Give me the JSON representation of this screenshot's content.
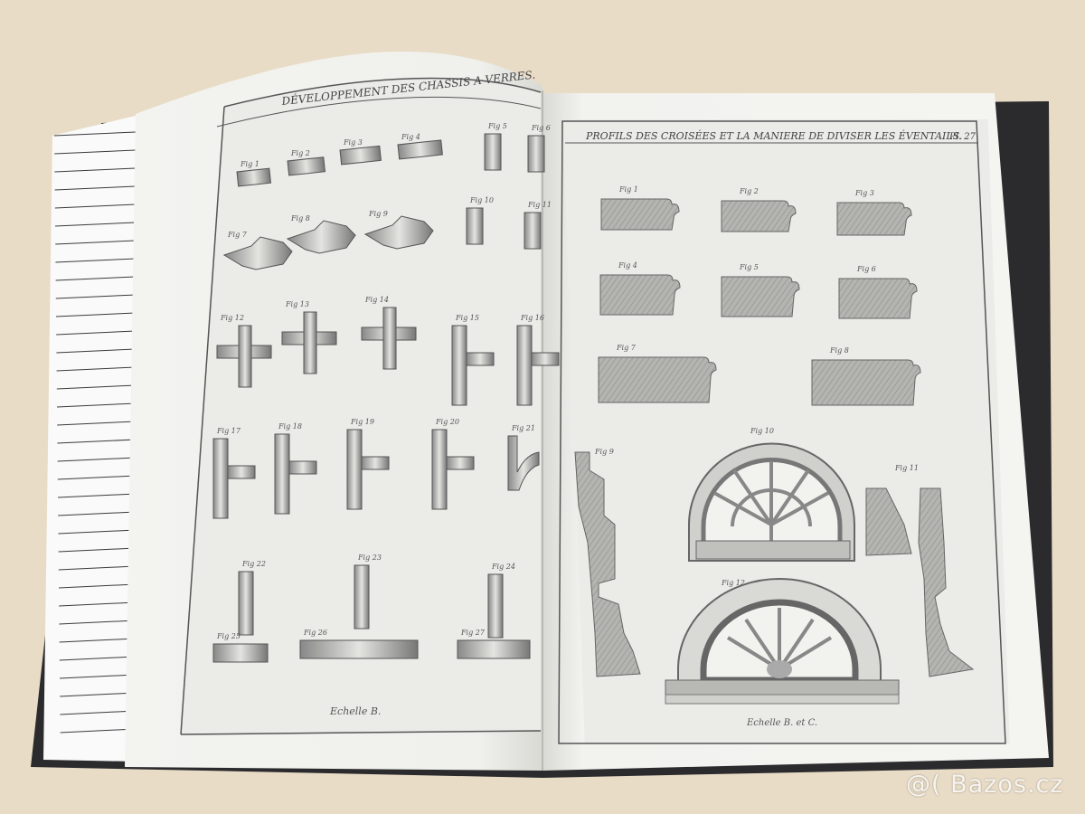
{
  "watermark": "@( Bazos.cz",
  "left_plate": {
    "title": "DÉVELOPPEMENT DES CHASSIS A VERRES.",
    "figures": [
      "Fig 1",
      "Fig 2",
      "Fig 3",
      "Fig 4",
      "Fig 5",
      "Fig 6",
      "Fig 7",
      "Fig 8",
      "Fig 9",
      "Fig 10",
      "Fig 11",
      "Fig 12",
      "Fig 13",
      "Fig 14",
      "Fig 15",
      "Fig 16",
      "Fig 17",
      "Fig 18",
      "Fig 19",
      "Fig 20",
      "Fig 21",
      "Fig 22",
      "Fig 23",
      "Fig 24",
      "Fig 25",
      "Fig 26",
      "Fig 27"
    ],
    "scale": "Echelle B."
  },
  "right_plate": {
    "title": "PROFILS DES CROISÉES ET LA MANIERE DE DIVISER LES ÉVENTAILS.",
    "plate_number": "Pl. 27",
    "figures": [
      "Fig 1",
      "Fig 2",
      "Fig 3",
      "Fig 4",
      "Fig 5",
      "Fig 6",
      "Fig 7",
      "Fig 8",
      "Fig 9",
      "Fig 10",
      "Fig 11",
      "Fig 12"
    ],
    "scale": "Echelle B. et C."
  },
  "colors": {
    "table": "#e9dcc7",
    "page": "#f2f2ef",
    "plate": "#ebebe8",
    "cover": "#2b2b2d",
    "ink": "#555555"
  }
}
